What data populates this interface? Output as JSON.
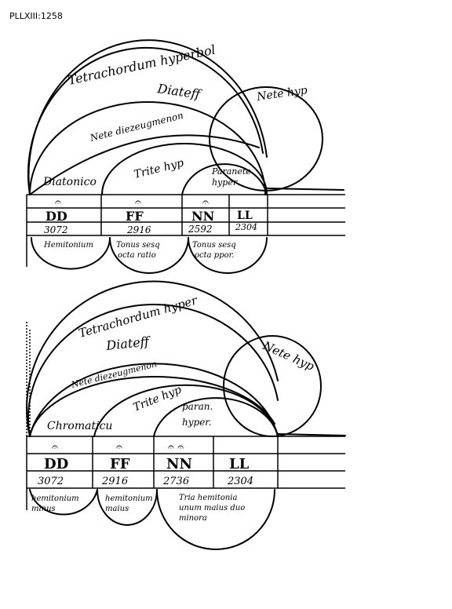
{
  "page_id": "PLLXIII:1258",
  "diagram1": {
    "arc_labels": {
      "tetrachordum": "Tetrachordum hyperbol",
      "diatessaron": "Diateff",
      "nete_diezeugmenon": "Nete diezeugmenon",
      "nete_hyp": "Nete hyp",
      "trite_hyp": "Trite hyp",
      "paranete_hyper": [
        "Paranete",
        "hyper"
      ],
      "genus": "Diatonico"
    },
    "neumes": [
      "𝄐",
      "𝄐",
      "𝄐"
    ],
    "notes": [
      "DD",
      "FF",
      "NN",
      "LL"
    ],
    "numbers": [
      "3072",
      "2916",
      "2592",
      "2304"
    ],
    "intervals": [
      [
        "Hemitonium"
      ],
      [
        "Tonus sesq",
        "octa ratio"
      ],
      [
        "Tonus sesq",
        "octa ppor."
      ]
    ]
  },
  "diagram2": {
    "arc_labels": {
      "tetrachordum": "Tetrachordum hyper",
      "diatessaron": "Diateff",
      "nete_diezeugmenon": "Nete diezeugmenon",
      "nete_hyp": "Nete hyp",
      "trite_hyp": "Trite hyp",
      "paranete_hyper": [
        "paran.",
        "hyper."
      ],
      "genus": "Chromaticu"
    },
    "neumes": [
      "𝄐",
      "𝄐",
      "𝄐 𝄐"
    ],
    "notes": [
      "DD",
      "FF",
      "NN",
      "LL"
    ],
    "numbers": [
      "3072",
      "2916",
      "2736",
      "2304"
    ],
    "intervals": [
      [
        "hemitonium",
        "minus"
      ],
      [
        "hemitonium",
        "maius"
      ],
      [
        "Tria hemitonia",
        "unum maius duo",
        "minora"
      ]
    ]
  }
}
